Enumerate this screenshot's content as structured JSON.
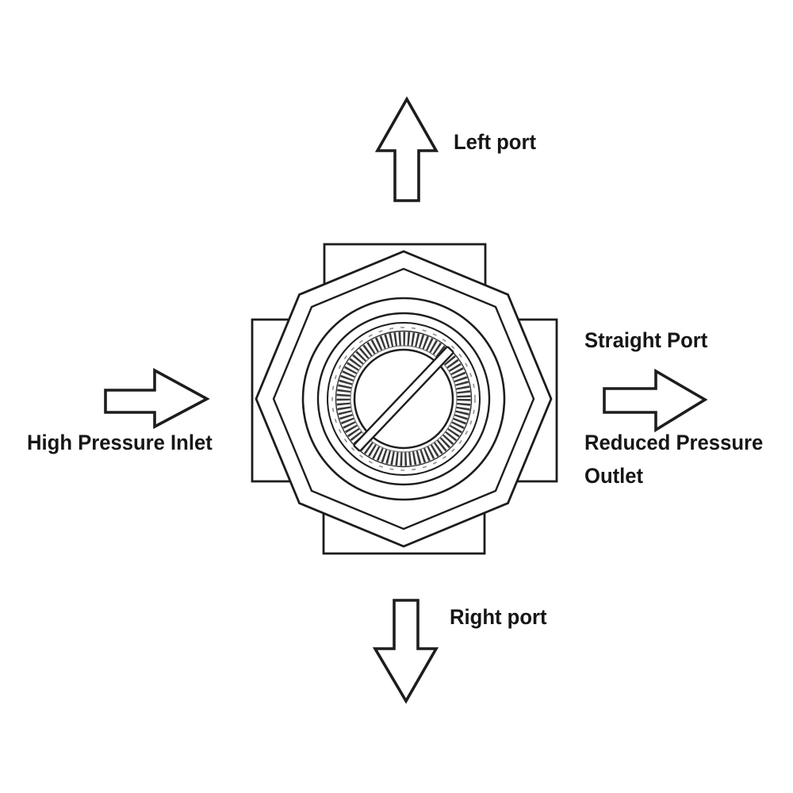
{
  "diagram": {
    "kind": "pressure-regulator-port-diagram",
    "background_color": "#ffffff",
    "line_color": "#1d1d1d",
    "text_color": "#161616",
    "labels": {
      "left_port": "Left port",
      "right_port": "Right port",
      "high_pressure_inlet": "High Pressure Inlet",
      "straight_port": "Straight Port",
      "reduced_pressure_outlet": "Reduced Pressure Outlet"
    },
    "arrows": {
      "left_port_arrow_direction": "up",
      "right_port_arrow_direction": "down",
      "high_pressure_inlet_arrow_direction": "right",
      "reduced_pressure_outlet_arrow_direction": "right"
    }
  }
}
